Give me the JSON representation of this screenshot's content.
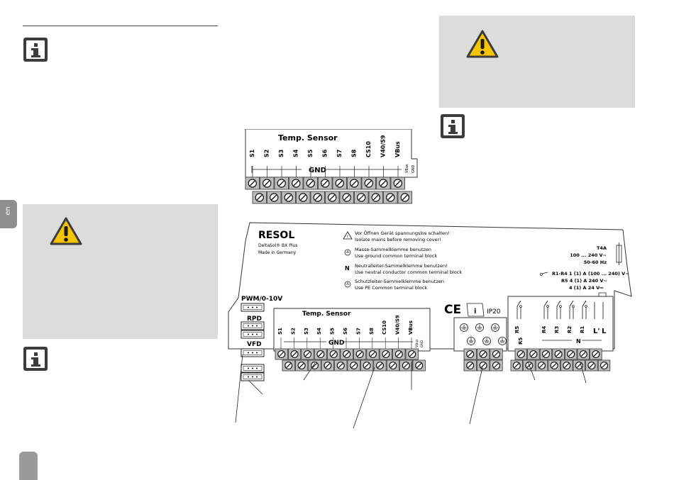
{
  "top_sensor_block": {
    "header": "Temp. Sensor",
    "terminals": [
      "S1",
      "S2",
      "S3",
      "S4",
      "S5",
      "S6",
      "S7",
      "S8",
      "CS10",
      "V40/S9",
      "VBus"
    ],
    "vbus_label": "VBus",
    "gnd_small": "GND",
    "gnd_label": "GND"
  },
  "controller": {
    "brand": "RESOL",
    "model": "DeltaSol® BX Plus",
    "made_in": "Made in Germany",
    "warnings": [
      {
        "symbol": "⚠",
        "de": "Vor Öffnen Gerät spannungslos schalten!",
        "en": "Isolate mains before removing cover!"
      },
      {
        "symbol": "⏚",
        "de": "Masse-Sammelklemme benutzen",
        "en": "Use ground common terminal block"
      },
      {
        "symbol": "N",
        "de": "Neutralleiter-Sammelklemme benutzen!",
        "en": "Use neutral conductor common terminal block"
      },
      {
        "symbol": "⏚",
        "de": "Schutzleiter-Sammelklemme benutzen",
        "en": "Use PE Common terminal block"
      }
    ],
    "fuse": "T4A",
    "voltage": "100 ... 240 V~",
    "frequency": "50-60 Hz",
    "relay_ratings": [
      "R1-R4 1 (1) A (100 ... 240) V~",
      "R5 4 (1) A 240 V~",
      "4 (1) A 24 V⎓"
    ],
    "ce_mark": "CE",
    "ip_rating": "IP20",
    "pwm_label": "PWM/0-10V",
    "rpd_label": "RPD",
    "vfd_label": "VFD",
    "sensor_header": "Temp. Sensor",
    "terminals": [
      "S1",
      "S2",
      "S3",
      "S4",
      "S5",
      "S6",
      "S7",
      "S8",
      "CS10",
      "V40/S9",
      "VBus"
    ],
    "vbus_label": "VBus",
    "gnd_small": "GND",
    "gnd_label": "GND",
    "relay_terminals": [
      "R5",
      "R4",
      "R3",
      "R2",
      "R1",
      "L'",
      "L"
    ],
    "r5_lower": "R5",
    "n_label": "N"
  },
  "side_tab": {
    "label": "en"
  },
  "colors": {
    "panel_gray": "#dcdcdc",
    "warning_yellow": "#f5c400",
    "dark": "#3c3c3c",
    "terminal_gray": "#bdbdbd"
  }
}
